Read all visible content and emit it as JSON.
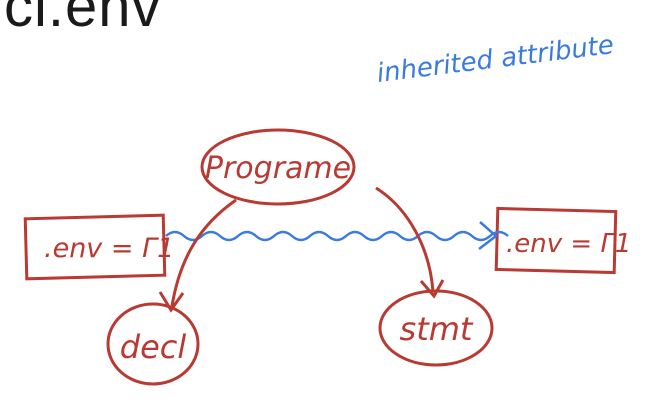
{
  "slide": {
    "title": "cl.env"
  },
  "diagram": {
    "annotation": "inherited attribute",
    "root_node": "Programe",
    "left_box": ".env = Γ1",
    "right_box": ".env = Γ1",
    "left_child": "decl",
    "right_child": "stmt",
    "colors": {
      "ink_red": "#b83a32",
      "ink_blue": "#3a7be0",
      "text_dark": "#1a1a1a"
    }
  }
}
